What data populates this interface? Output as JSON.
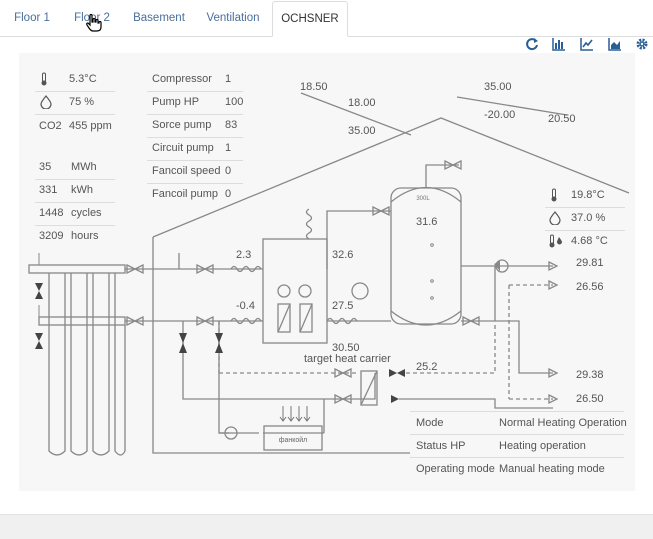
{
  "tabs": [
    {
      "label": "Floor 1"
    },
    {
      "label": "Floor 2"
    },
    {
      "label": "Basement"
    },
    {
      "label": "Ventilation"
    },
    {
      "label": "OCHSNER"
    }
  ],
  "climate": {
    "temperature": "5.3°C",
    "humidity": "75 %",
    "co2_label": "CO2",
    "co2_value": "455 ppm"
  },
  "energy": [
    {
      "value": "35",
      "unit": "MWh"
    },
    {
      "value": "331",
      "unit": "kWh"
    },
    {
      "value": "1448",
      "unit": "cycles"
    },
    {
      "value": "3209",
      "unit": "hours"
    }
  ],
  "pumps": [
    {
      "label": "Compressor",
      "value": "1"
    },
    {
      "label": "Pump HP",
      "value": "100"
    },
    {
      "label": "Sorce pump",
      "value": "83"
    },
    {
      "label": "Circuit pump",
      "value": "1"
    },
    {
      "label": "Fancoil speed",
      "value": "0"
    },
    {
      "label": "Fancoil pump",
      "value": "0"
    }
  ],
  "roof": {
    "left_top": "18.50",
    "left_mid": "18.00",
    "left_bottom": "35.00",
    "right_top": "35.00",
    "right_mid": "-20.00",
    "right_bottom": "20.50"
  },
  "indoor": {
    "temperature": "19.8°C",
    "humidity": "37.0 %",
    "dew": "4.68 °C"
  },
  "readings": {
    "hp_top": "2.3",
    "hp_mid": "-0.4",
    "coil": "32.6",
    "sep_val": "27.5",
    "carrier_value": "30.50",
    "carrier_label": "target heat carrier",
    "tank": "31.6",
    "tank_label": "300L",
    "hex": "25.2",
    "out1": "29.81",
    "out2": "26.56",
    "out3": "29.38",
    "out4": "26.50",
    "fancoil": "фанкойл"
  },
  "status": [
    {
      "label": "Mode",
      "value": "Normal Heating Operation"
    },
    {
      "label": "Status HP",
      "value": "Heating operation"
    },
    {
      "label": "Operating mode",
      "value": "Manual heating mode"
    }
  ],
  "icons": [
    "refresh-icon",
    "bar-chart-icon",
    "line-chart-icon",
    "area-chart-icon",
    "gear-icon"
  ]
}
